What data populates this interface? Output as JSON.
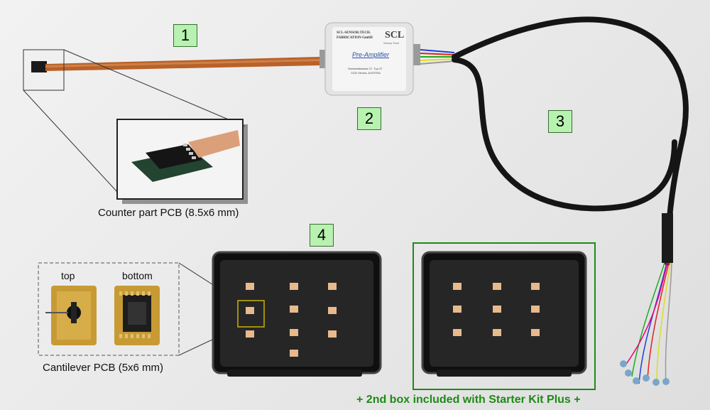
{
  "labels": {
    "n1": "1",
    "n2": "2",
    "n3": "3",
    "n4": "4"
  },
  "captions": {
    "counter_part": "Counter part PCB (8.5x6 mm)",
    "cantilever": "Cantilever PCB (5x6 mm)",
    "top": "top",
    "bottom": "bottom",
    "starter_kit": "+ 2nd box included with Starter Kit Plus +"
  },
  "preamp": {
    "line1": "SCL-SENSOR.TECH.",
    "line2": "FABRICATION GmbH",
    "logo": "SCL",
    "logo_sub": "Sensor.Tech",
    "title": "Pre-Amplifier",
    "addr1": "Seestadtstrasse 27, Top 37",
    "addr2": "1220 Vienna, AUSTRIA"
  },
  "colors": {
    "green_label_bg": "#b8f2b0",
    "green_text": "#1e8a16",
    "flex_cable": "#b8622a"
  }
}
